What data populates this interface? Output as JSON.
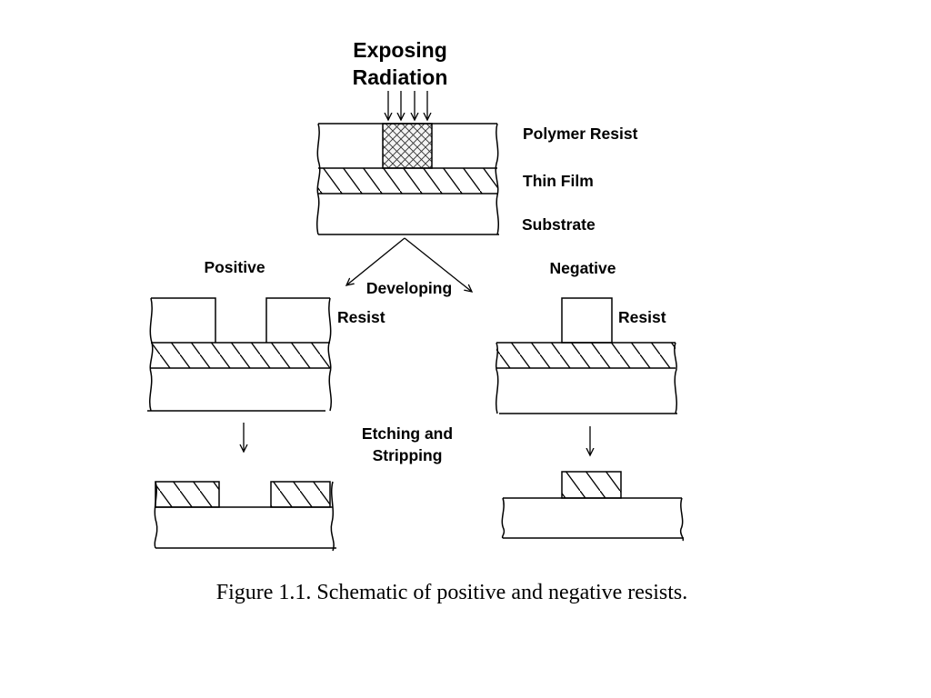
{
  "labels": {
    "exposing_line1": "Exposing",
    "exposing_line2": "Radiation",
    "polymer_resist": "Polymer Resist",
    "thin_film": "Thin Film",
    "substrate": "Substrate",
    "positive": "Positive",
    "negative": "Negative",
    "developing": "Developing",
    "resist_left": "Resist",
    "resist_right": "Resist",
    "etching_line1": "Etching and",
    "etching_line2": "Stripping"
  },
  "caption": "Figure 1.1.  Schematic of positive and negative resists."
}
